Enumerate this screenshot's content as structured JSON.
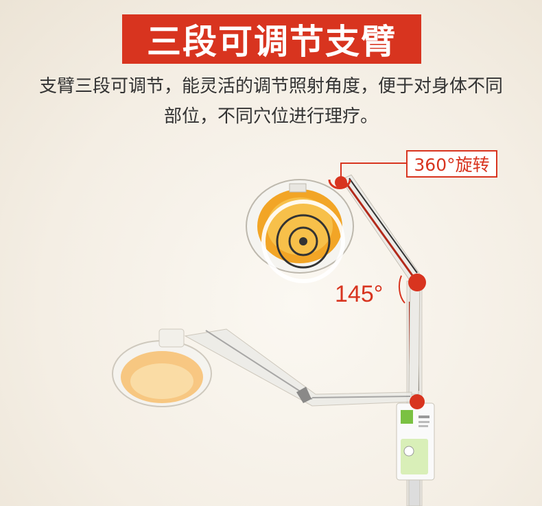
{
  "title": "三段可调节支臂",
  "description": {
    "line1": "支臂三段可调节，能灵活的调节照射角度，便于对身体不同",
    "line2": "部位，不同穴位进行理疗。"
  },
  "callouts": {
    "rotation": "360°旋转",
    "angle": "145°"
  },
  "colors": {
    "accent": "#d8341f"
  }
}
